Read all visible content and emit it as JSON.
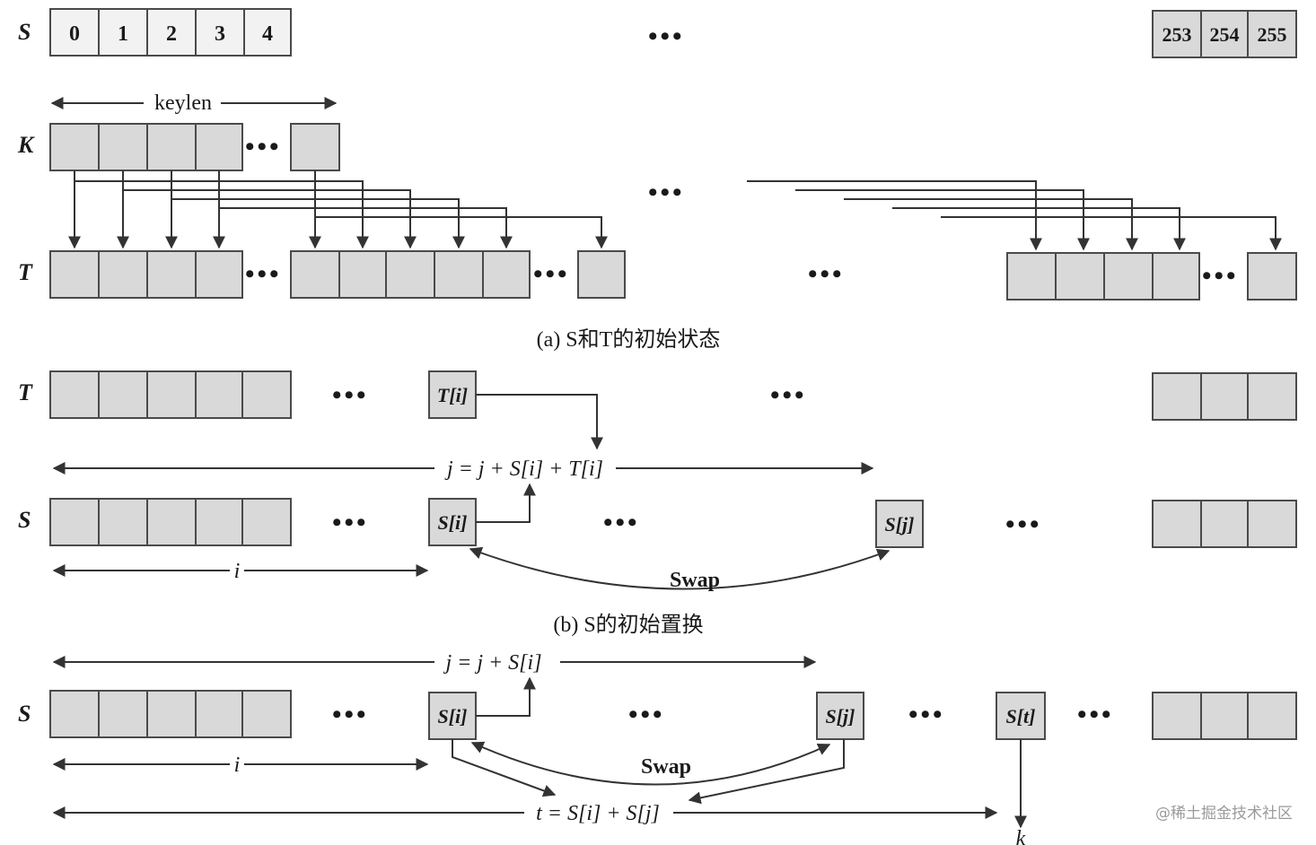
{
  "panel_a": {
    "row_S_label": "S",
    "row_K_label": "K",
    "row_T_label": "T",
    "s_first_cells": [
      "0",
      "1",
      "2",
      "3",
      "4"
    ],
    "s_last_cells": [
      "253",
      "254",
      "255"
    ],
    "keylen_label": "keylen",
    "ellipsis": "•••",
    "caption": "(a) S和T的初始状态"
  },
  "panel_b": {
    "row_T_label": "T",
    "row_S_label": "S",
    "t_cell": "T[i]",
    "s_cell_i": "S[i]",
    "s_cell_j": "S[j]",
    "formula": "j = j + S[i] + T[i]",
    "i_label": "i",
    "swap_label": "Swap",
    "caption": "(b) S的初始置换"
  },
  "panel_c": {
    "row_S_label": "S",
    "s_cell_i": "S[i]",
    "s_cell_j": "S[j]",
    "s_cell_t": "S[t]",
    "formula_j": "j = j + S[i]",
    "formula_t": "t = S[i] + S[j]",
    "i_label": "i",
    "swap_label": "Swap",
    "k_label": "k"
  },
  "watermark": "@稀土掘金技术社区"
}
